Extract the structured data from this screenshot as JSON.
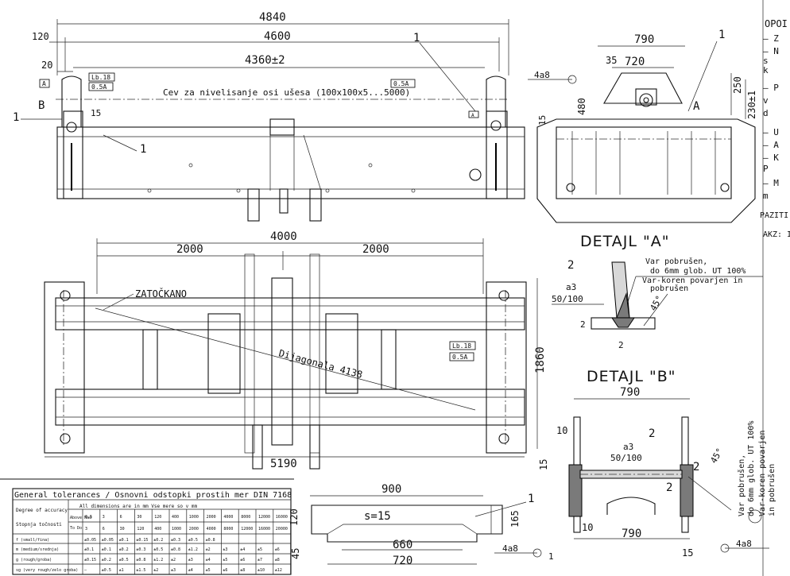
{
  "main_view": {
    "dim_4840": "4840",
    "dim_120": "120",
    "dim_4600": "4600",
    "dim_20": "20",
    "dim_4360": "4360±2",
    "dim_15": "15",
    "section_b": "B",
    "label_a": "A",
    "leader_1": "1",
    "pipe_note": "Cev za nivelisanje osi ušesa (100x100x5...5000)",
    "weld_sym_1": "Lb.18",
    "weld_sym_2": "0.5A"
  },
  "plan_view": {
    "dim_4000": "4000",
    "dim_2000_left": "2000",
    "dim_2000_right": "2000",
    "dim_5190": "5190",
    "dim_1860": "1860",
    "note_zatockano": "ZATOČKANO",
    "diagonal": "Dijagonala 4138",
    "weld_sym_1": "Lb.18",
    "weld_sym_2": "0.5A"
  },
  "side_view": {
    "dim_790": "790",
    "dim_720": "720",
    "dim_35": "35",
    "dim_480": "480",
    "dim_250": "250",
    "dim_230": "230±1",
    "dim_15": "15",
    "weld": "4a8",
    "leader_1": "1",
    "label_a": "A"
  },
  "notes": {
    "header": "OPOI",
    "lines": [
      "– Z",
      "– N",
      "  s",
      "  k",
      "– P",
      "  v",
      "  d",
      "– U",
      "– A",
      "– K",
      "  P",
      "– M",
      "  m"
    ],
    "pazite": "PAZITI",
    "akz": "AKZ: I"
  },
  "detail_a": {
    "title": "DETAJL \"A\"",
    "weld_note_1": "Var pobrušen,",
    "weld_note_2": "do 6mm glob. UT 100%",
    "weld_note_3": "Var-koren povarjen in",
    "weld_note_4": "pobrušen",
    "label_2": "2",
    "label_a3": "a3",
    "ratio": "50/100",
    "angle": "45°",
    "dim_2a": "2",
    "dim_2b": "2"
  },
  "detail_b": {
    "title": "DETAJL \"B\"",
    "dim_790_top": "790",
    "dim_790_bottom": "790",
    "dim_10_top": "10",
    "dim_10_bottom": "10",
    "dim_15_left": "15",
    "dim_15_bottom": "15",
    "label_2_top": "2",
    "label_2_right": "2",
    "label_2_mid": "2",
    "label_a3": "a3",
    "ratio": "50/100",
    "angle": "45°",
    "weld_note_1": "Var pobrušen,",
    "weld_note_2": "do 6mm glob. UT 100%",
    "weld_note_3": "Var-koren povarjen",
    "weld_note_4": "in pobrušen",
    "leader_1": "1",
    "weld": "4a8"
  },
  "plate_view": {
    "dim_900": "900",
    "dim_thickness": "s=15",
    "dim_120": "120",
    "dim_165": "165",
    "dim_45": "45",
    "dim_660": "660",
    "dim_720": "720",
    "leader_1": "1",
    "weld": "4a8"
  },
  "tolerance_table": {
    "title": "General tolerances / Osnovni odstopki prostih mer DIN 7168",
    "col_group": "All dimensions are in mm    Vse mere so v mm",
    "row_header_1": "Degree of accuracy",
    "row_header_2": "Stopnja točnosti",
    "over_label": "Above Nad",
    "to_label": "To Do",
    "over": [
      "0.5",
      "3",
      "6",
      "30",
      "120",
      "400",
      "1000",
      "2000",
      "4000",
      "8000",
      "12000",
      "16000"
    ],
    "to": [
      "3",
      "6",
      "30",
      "120",
      "400",
      "1000",
      "2000",
      "4000",
      "8000",
      "12000",
      "16000",
      "20000"
    ],
    "rows": [
      {
        "label": "f (small/fina)",
        "values": [
          "±0.05",
          "±0.05",
          "±0.1",
          "±0.15",
          "±0.2",
          "±0.3",
          "±0.5",
          "±0.8",
          "",
          "",
          "",
          ""
        ]
      },
      {
        "label": "m (medium/srednja)",
        "values": [
          "±0.1",
          "±0.1",
          "±0.2",
          "±0.3",
          "±0.5",
          "±0.8",
          "±1.2",
          "±2",
          "±3",
          "±4",
          "±5",
          "±6"
        ]
      },
      {
        "label": "g (rough/groba)",
        "values": [
          "±0.15",
          "±0.2",
          "±0.5",
          "±0.8",
          "±1.2",
          "±2",
          "±3",
          "±4",
          "±5",
          "±6",
          "±7",
          "±8"
        ]
      },
      {
        "label": "sg (very rough/zelo groba)",
        "values": [
          "—",
          "±0.5",
          "±1",
          "±1.5",
          "±2",
          "±3",
          "±4",
          "±5",
          "±6",
          "±8",
          "±10",
          "±12"
        ]
      }
    ]
  }
}
